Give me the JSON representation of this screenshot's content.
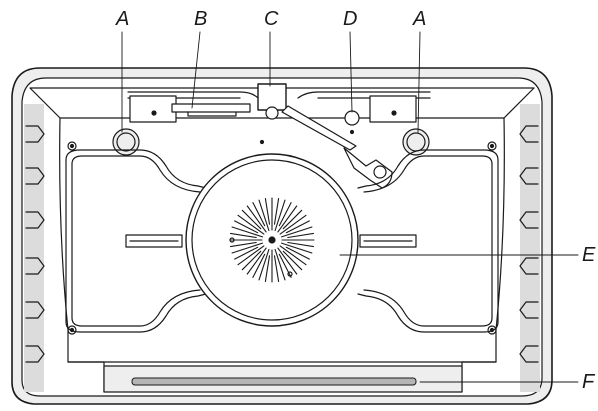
{
  "labels": {
    "a_left": "A",
    "b": "B",
    "c": "C",
    "d": "D",
    "a_right": "A",
    "e": "E",
    "f": "F"
  },
  "colors": {
    "line": "#1a1a1a",
    "shade_light": "#eeeeee",
    "shade_mid": "#dcdcdc",
    "shade_dark": "#b5b5b5",
    "background": "#ffffff"
  }
}
